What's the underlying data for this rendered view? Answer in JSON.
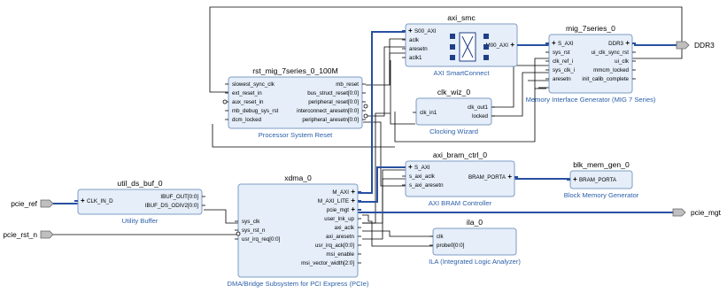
{
  "blocks": {
    "axi_smc": {
      "name": "axi_smc",
      "caption": "AXI SmartConnect",
      "ports_left": [
        "S00_AXI",
        "aclk",
        "aresetn",
        "aclk1"
      ],
      "ports_right": [
        "M00_AXI"
      ]
    },
    "mig": {
      "name": "mig_7series_0",
      "caption": "Memory Interface Generator (MIG 7 Series)",
      "ports_left": [
        "S_AXI",
        "sys_rst",
        "clk_ref_i",
        "sys_clk_i",
        "aresetn"
      ],
      "ports_right": [
        "DDR3",
        "ui_clk_sync_rst",
        "ui_clk",
        "mmcm_locked",
        "init_calib_complete"
      ]
    },
    "rst": {
      "name": "rst_mig_7series_0_100M",
      "caption": "Processor System Reset",
      "ports_left": [
        "slowest_sync_clk",
        "ext_reset_in",
        "aux_reset_in",
        "mb_debug_sys_rst",
        "dcm_locked"
      ],
      "ports_right": [
        "mb_reset",
        "bus_struct_reset[0:0]",
        "peripheral_reset[0:0]",
        "interconnect_aresetn[0:0]",
        "peripheral_aresetn[0:0]"
      ]
    },
    "clk": {
      "name": "clk_wiz_0",
      "caption": "Clocking Wizard",
      "ports_left": [
        "clk_in1"
      ],
      "ports_right": [
        "clk_out1",
        "locked"
      ]
    },
    "bram_ctrl": {
      "name": "axi_bram_ctrl_0",
      "caption": "AXI BRAM Controller",
      "ports_left": [
        "S_AXI",
        "s_axi_aclk",
        "s_axi_aresetn"
      ],
      "ports_right": [
        "BRAM_PORTA"
      ]
    },
    "blk_mem": {
      "name": "blk_mem_gen_0",
      "caption": "Block Memory Generator",
      "ports_left": [
        "BRAM_PORTA"
      ]
    },
    "util": {
      "name": "util_ds_buf_0",
      "caption": "Utility Buffer",
      "ports_left": [
        "CLK_IN_D"
      ],
      "ports_right": [
        "IBUF_OUT[0:0]",
        "IBUF_DS_ODIV2[0:0]"
      ]
    },
    "xdma": {
      "name": "xdma_0",
      "caption": "DMA/Bridge Subsystem for PCI Express (PCIe)",
      "ports_left": [
        "sys_clk",
        "sys_rst_n",
        "usr_irq_req[0:0]"
      ],
      "ports_right": [
        "M_AXI",
        "M_AXI_LITE",
        "pcie_mgt",
        "user_lnk_up",
        "axi_aclk",
        "axi_aresetn",
        "usr_irq_ack[0:0]",
        "msi_enable",
        "msi_vector_width[2:0]"
      ]
    },
    "ila": {
      "name": "ila_0",
      "caption": "ILA (Integrated Logic Analyzer)",
      "ports_left": [
        "clk",
        "probe0[0:0]"
      ]
    }
  },
  "external_ports": {
    "ddr3": "DDR3",
    "pcie_ref": "pcie_ref",
    "pcie_rst_n": "pcie_rst_n",
    "pcie_mgt": "pcie_mgt"
  },
  "colors": {
    "block_fill": "#e5eef9",
    "block_stroke": "#7f9cc4",
    "bus": "#2850a0",
    "wire": "#000000",
    "caption": "#2a5ea8",
    "ext_port": "#bfbfbf"
  }
}
